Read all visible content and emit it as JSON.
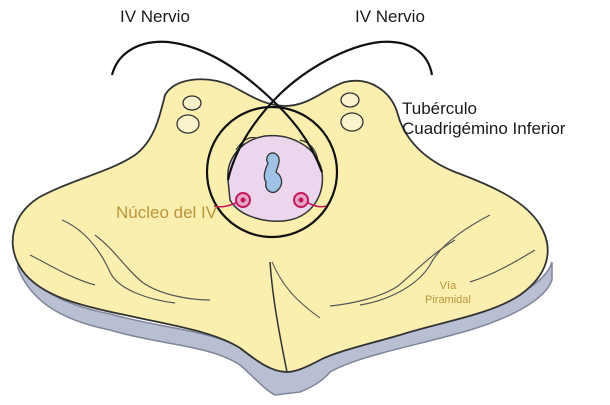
{
  "labels": {
    "nerve_left": "IV Nervio",
    "nerve_right": "IV Nervio",
    "tuberculo_line1": "Tubérculo",
    "tuberculo_line2": "Cuadrigémino Inferior",
    "nucleo": "Núcleo del IV",
    "via_line1": "Vía",
    "via_line2": "Piramidal"
  },
  "colors": {
    "brainstem_fill": "#fbefb0",
    "edge_fill": "#b9bfd2",
    "aqueduct_fill": "#ecd6ee",
    "nucleus": "#c2185b",
    "outline": "#222222",
    "label_accent": "#b8963a"
  }
}
